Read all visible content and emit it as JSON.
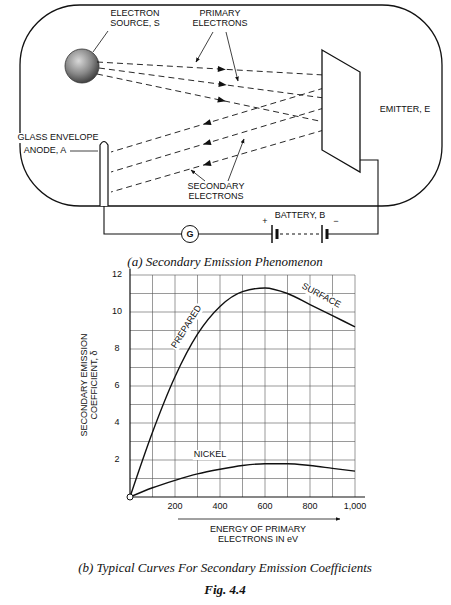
{
  "diagram": {
    "caption": "Fig. 4.4",
    "nodes": [
      {
        "text": [
          "G"
        ]
      }
    ],
    "labels": [
      "ELECTRON SOURCE, S",
      "PRIMARY ELECTRONS",
      "GLASS ENVELOPE",
      "ANODE, A",
      "EMITTER, E",
      "SECONDARY ELECTRONS",
      "BATTERY, B",
      "+",
      "−",
      "(a) Secondary Emission Phenomenon",
      "SECONDARY EMISSION COEFFICIENT, δ",
      "12",
      "10",
      "8",
      "6",
      "4",
      "2",
      "200",
      "400",
      "600",
      "800",
      "1,000",
      "ENERGY OF PRIMARY ELECTRONS IN eV",
      "PREPARED",
      "SURFACE",
      "NICKEL",
      "(b) Typical Curves For Secondary Emission Coefficients"
    ]
  }
}
